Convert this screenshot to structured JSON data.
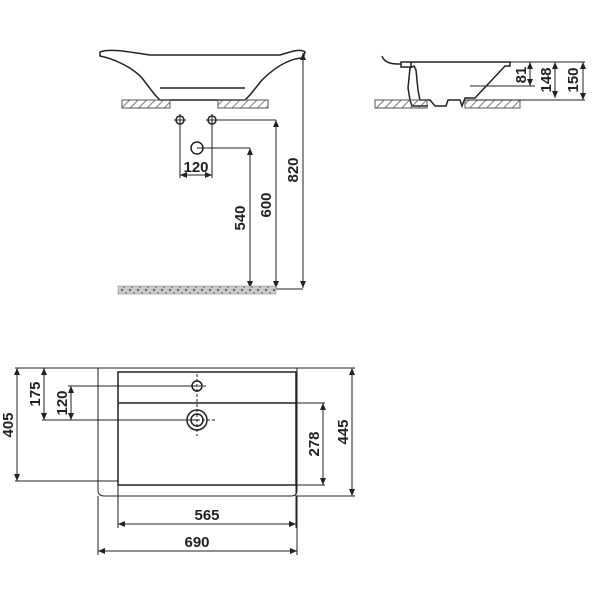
{
  "diagram": {
    "title": "Washbasin technical drawing",
    "views": [
      "front-elevation",
      "side-section",
      "top-plan"
    ],
    "colors": {
      "line": "#222222",
      "hatch": "#555555",
      "floor": "#999999",
      "background": "#ffffff"
    },
    "front_view": {
      "dims": {
        "tap_hole_spacing": "120",
        "height_540": "540",
        "height_600": "600",
        "height_820": "820"
      }
    },
    "side_view": {
      "dims": {
        "depth_81": "81",
        "depth_148": "148",
        "height_150": "150"
      }
    },
    "top_view": {
      "dims": {
        "d175": "175",
        "d120": "120",
        "d405": "405",
        "d278": "278",
        "d445": "445",
        "w565": "565",
        "w690": "690"
      }
    }
  }
}
